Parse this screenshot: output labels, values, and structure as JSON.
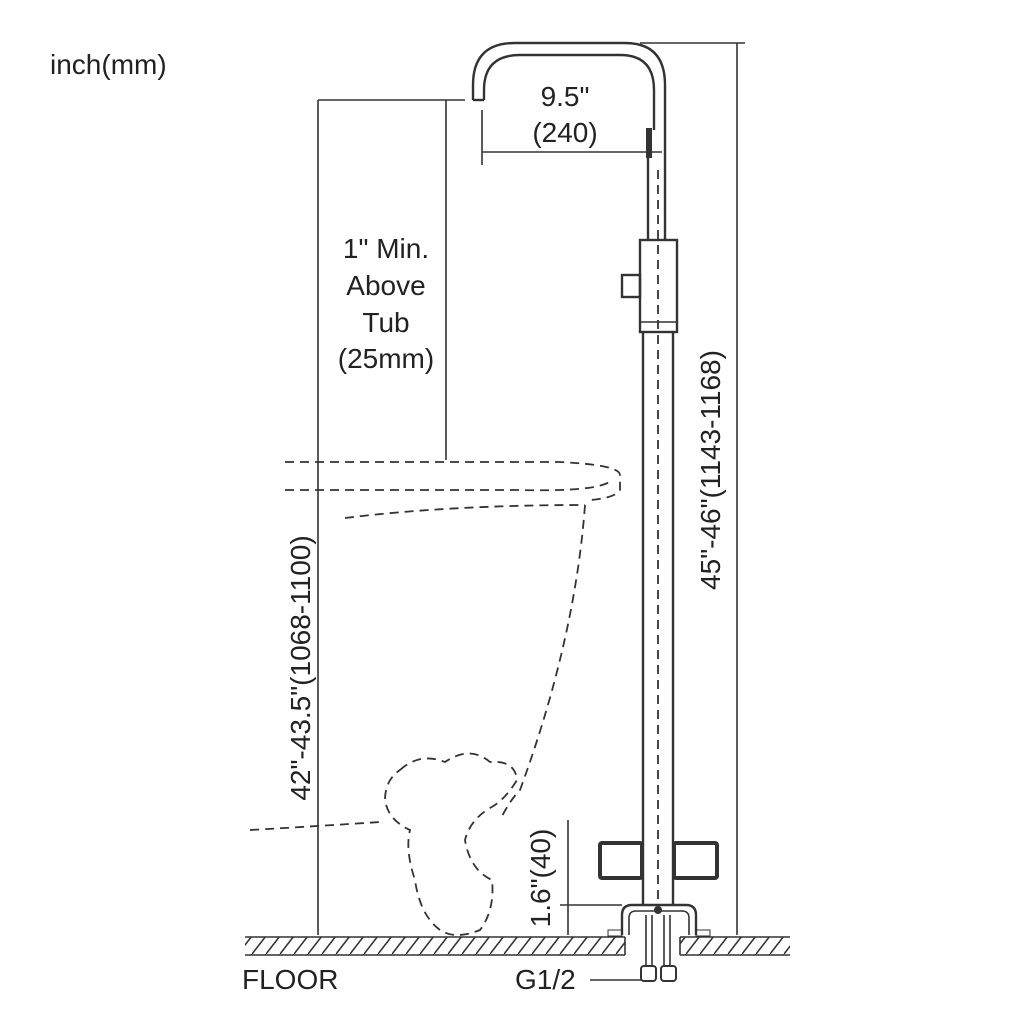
{
  "units_label": "inch(mm)",
  "dimensions": {
    "spout_reach": {
      "inch": "9.5\"",
      "mm": "(240)"
    },
    "above_tub": [
      "1\" Min.",
      "Above",
      "Tub",
      "(25mm)"
    ],
    "spout_height": "42\"-43.5\"(1068-1100)",
    "total_height": "45\"-46\"(1143-1168)",
    "base_height": "1.6\"(40)"
  },
  "labels": {
    "floor": "FLOOR",
    "connection": "G1/2"
  }
}
